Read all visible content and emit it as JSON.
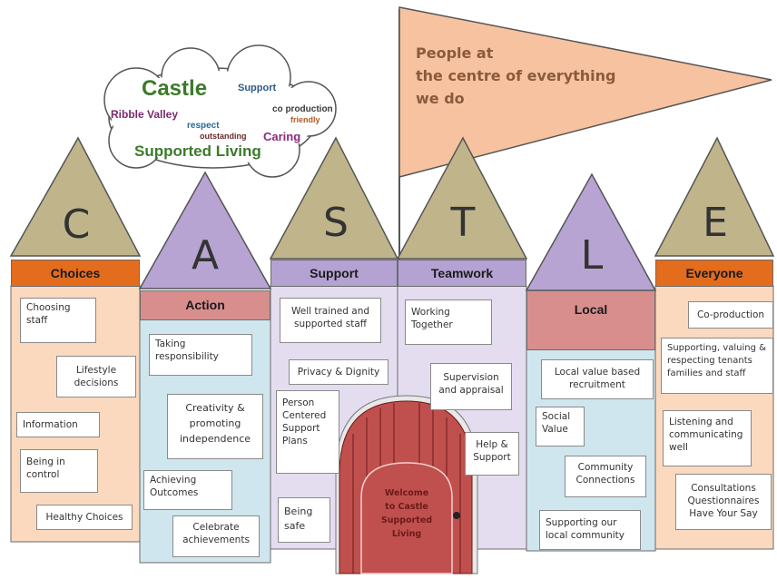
{
  "flag": {
    "lines": [
      "People at",
      "the centre of everything",
      "we do"
    ]
  },
  "cloud": {
    "words": [
      "Castle",
      "Ribble Valley",
      "Support",
      "co production",
      "respect",
      "outstanding",
      "Caring",
      "friendly",
      "Supported Living"
    ]
  },
  "columns": [
    {
      "letter": "C",
      "title": "Choices",
      "items": [
        "Choosing staff",
        "Lifestyle decisions",
        "Information",
        "Being in control",
        "Healthy Choices"
      ]
    },
    {
      "letter": "A",
      "title": "Action",
      "items": [
        "Taking responsibility",
        "Creativity & promoting independence",
        "Achieving Outcomes",
        "Celebrate achievements"
      ]
    },
    {
      "letter": "S",
      "title": "Support",
      "items": [
        "Well trained and supported staff",
        "Privacy & Dignity",
        "Person Centered Support Plans",
        "Being safe"
      ]
    },
    {
      "letter": "T",
      "title": "Teamwork",
      "items": [
        "Working Together",
        "Supervision and appraisal",
        "Help & Support"
      ]
    },
    {
      "letter": "L",
      "title": "Local",
      "items": [
        "Local value based recruitment",
        "Social Value",
        "Community Connections",
        "Supporting our local community"
      ]
    },
    {
      "letter": "E",
      "title": "Everyone",
      "items": [
        "Co-production",
        "Supporting, valuing & respecting tenants families and staff",
        "Listening and communicating well",
        "Consultations Questionnaires Have Your Say"
      ]
    }
  ],
  "door": {
    "lines": [
      "Welcome",
      "to Castle",
      "Supported",
      "Living"
    ]
  },
  "colors": {
    "roof_olive": "#c0b48a",
    "roof_purple": "#b7a4d2",
    "header_orange": "#e36c1d",
    "header_purple": "#b4a2d3",
    "header_pink": "#d98e8e",
    "panel_peach": "#fbd9be",
    "panel_blue": "#cfe6ee",
    "panel_lavender": "#e4ddf0",
    "flag": "#f7c29f",
    "door_red": "#c0504d"
  }
}
